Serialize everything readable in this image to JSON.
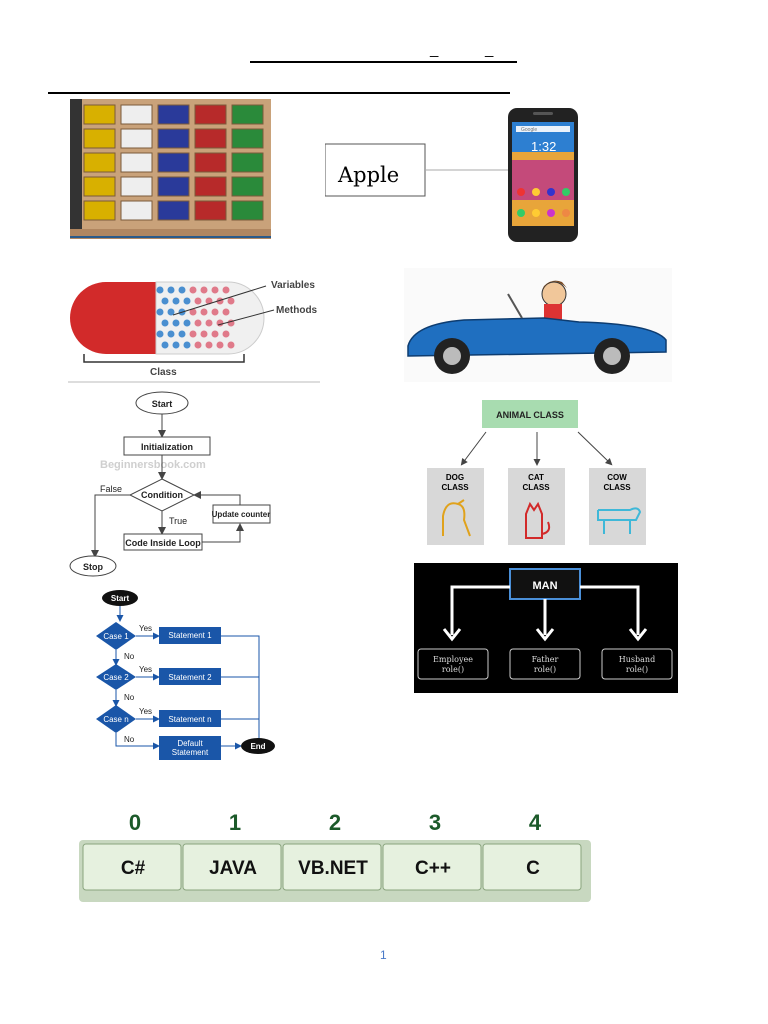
{
  "header": {
    "underscores": [
      "_",
      "_"
    ]
  },
  "phone_panel": {
    "label": "Apple",
    "search_hint": "Google",
    "clock": "1:32"
  },
  "capsule": {
    "label_variables": "Variables",
    "label_methods": "Methods",
    "label_class": "Class"
  },
  "loop_flow": {
    "start": "Start",
    "init": "Initialization",
    "condition": "Condition",
    "false_label": "False",
    "true_label": "True",
    "update": "Update counter",
    "body": "Code Inside Loop",
    "stop": "Stop",
    "watermark": "Beginnersbook.com"
  },
  "animal": {
    "root": "ANIMAL CLASS",
    "children": [
      {
        "line1": "DOG",
        "line2": "CLASS"
      },
      {
        "line1": "CAT",
        "line2": "CLASS"
      },
      {
        "line1": "COW",
        "line2": "CLASS"
      }
    ]
  },
  "man": {
    "root": "MAN",
    "roles": [
      {
        "line1": "Employee",
        "line2": "role()"
      },
      {
        "line1": "Father",
        "line2": "role()"
      },
      {
        "line1": "Husband",
        "line2": "role()"
      }
    ]
  },
  "switch_flow": {
    "start": "Start",
    "end": "End",
    "yes": "Yes",
    "no": "No",
    "cases": [
      {
        "case": "Case 1",
        "statement": "Statement 1"
      },
      {
        "case": "Case 2",
        "statement": "Statement 2"
      },
      {
        "case": "Case n",
        "statement": "Statement n"
      }
    ],
    "default_line1": "Default",
    "default_line2": "Statement"
  },
  "array": {
    "indices": [
      "0",
      "1",
      "2",
      "3",
      "4"
    ],
    "values": [
      "C#",
      "JAVA",
      "VB.NET",
      "C++",
      "C"
    ]
  },
  "footer": {
    "page_number": "1"
  },
  "colors": {
    "capsule_red": "#d22a2a",
    "car_blue": "#1f6fc0",
    "animal_green": "#a8dcb0",
    "flow_blue": "#1a56a8",
    "array_green": "#dfeed8",
    "page_number": "#4a7ac8"
  }
}
